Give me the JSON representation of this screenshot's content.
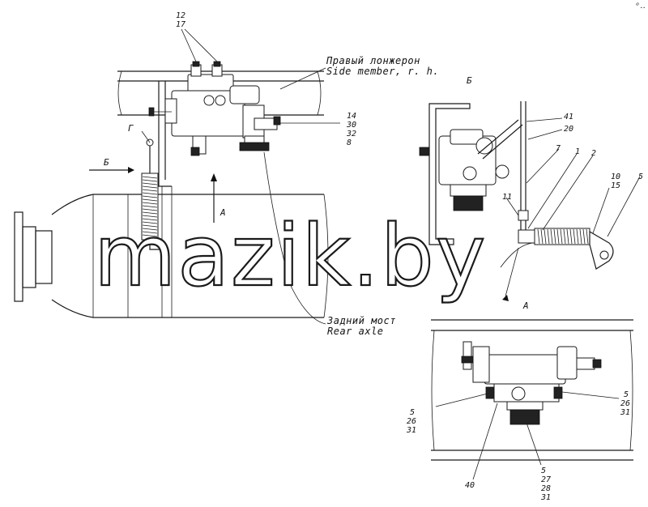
{
  "callouts": {
    "top": [
      "12",
      "17"
    ],
    "valve_right": [
      "14",
      "30",
      "32",
      "8"
    ],
    "view_b": [
      "41",
      "20",
      "7",
      "1",
      "2",
      "10",
      "15",
      "5",
      "11"
    ],
    "bottom_left": [
      "5",
      "26",
      "31"
    ],
    "bottom_right": [
      "5",
      "26",
      "31"
    ],
    "bottom_center": [
      "40"
    ],
    "bottom_lower": [
      "5",
      "27",
      "28",
      "31"
    ]
  },
  "captions": {
    "side_member_ru": "Правый лонжерон",
    "side_member_en": "Side member, r. h.",
    "rear_axle_ru": "Задний мост",
    "rear_axle_en": "Rear axle"
  },
  "view_labels": {
    "b_view": "Б",
    "b_arrow": "Б",
    "g": "Г",
    "a_arrow": "А",
    "a_view": "А"
  },
  "watermark": "mazik.by",
  "corner_mark": "ᵒ‥"
}
